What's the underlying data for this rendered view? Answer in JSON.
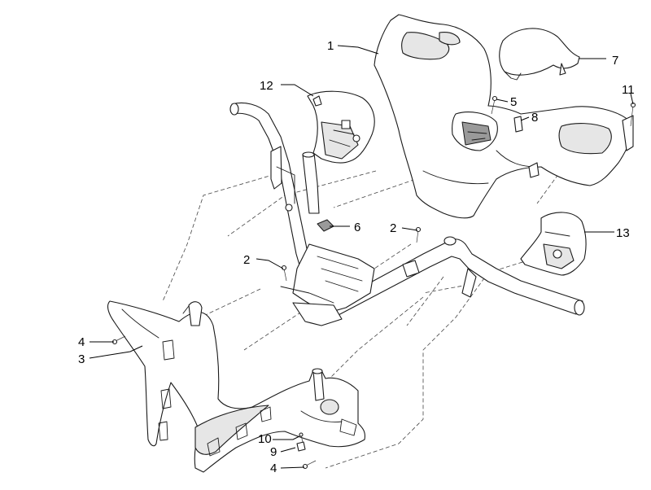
{
  "callouts": {
    "c1": "1",
    "c2a": "2",
    "c2b": "2",
    "c3": "3",
    "c4a": "4",
    "c4b": "4",
    "c5": "5",
    "c6": "6",
    "c7": "7",
    "c8": "8",
    "c9": "9",
    "c10": "10",
    "c11": "11",
    "c12": "12",
    "c13": "13"
  },
  "colors": {
    "line": "#1a1a1a",
    "fill": "#ffffff",
    "shade": "#e6e6e6"
  }
}
